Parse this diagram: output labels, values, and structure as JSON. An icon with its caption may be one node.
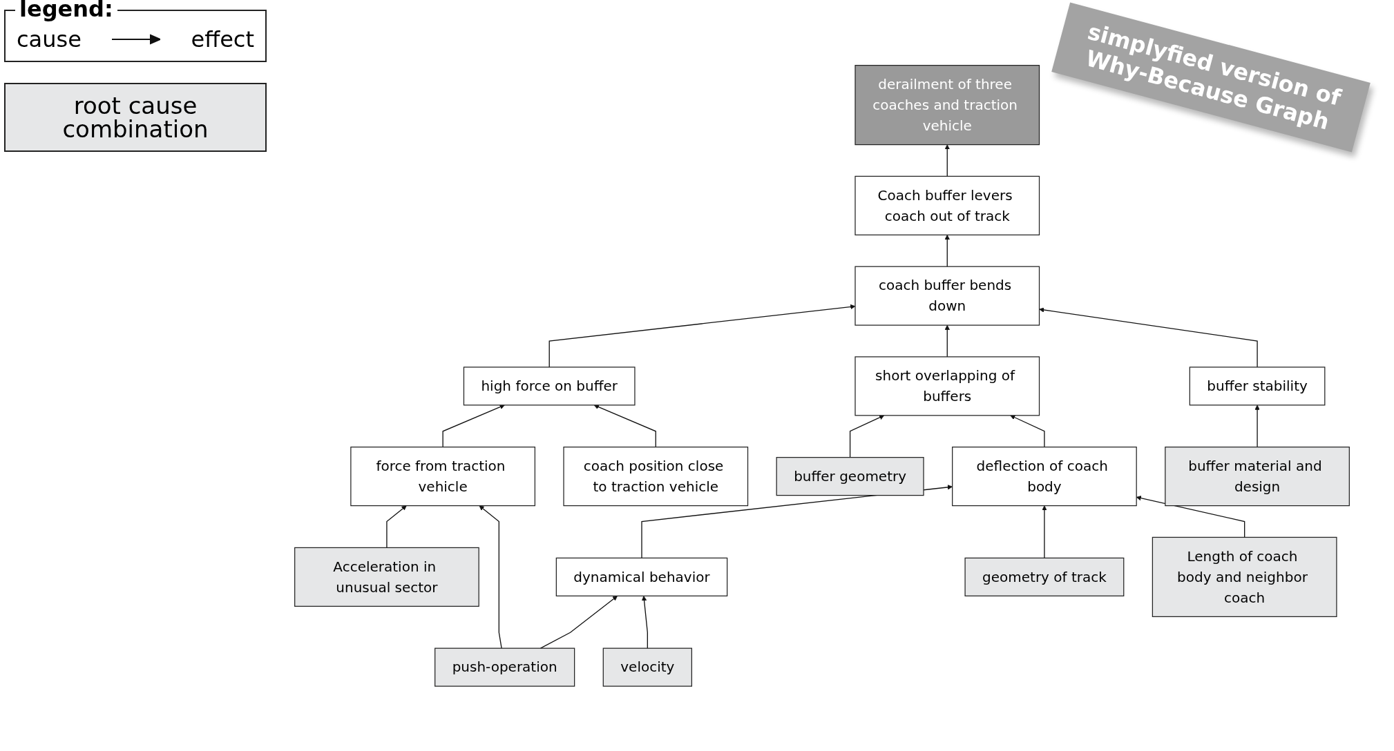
{
  "diagram": {
    "nodes": [
      {
        "text": [
          "derailment of three coaches and traction vehicle"
        ]
      },
      {
        "text": [
          "Coach buffer levers coach out of track"
        ]
      },
      {
        "text": [
          "coach buffer bends down"
        ]
      },
      {
        "text": [
          "high force on buffer"
        ]
      },
      {
        "text": [
          "short overlapping of buffers"
        ]
      },
      {
        "text": [
          "buffer stability"
        ]
      },
      {
        "text": [
          "force from traction vehicle"
        ]
      },
      {
        "text": [
          "coach position close to traction vehicle"
        ]
      },
      {
        "text": [
          "buffer geometry"
        ]
      },
      {
        "text": [
          "deflection of coach body"
        ]
      },
      {
        "text": [
          "buffer material and design"
        ]
      },
      {
        "text": [
          "dynamical behavior"
        ]
      },
      {
        "text": [
          "geometry of track"
        ]
      },
      {
        "text": [
          "Length of coach body and neighbor coach"
        ]
      },
      {
        "text": [
          "Acceleration in unusual sector"
        ]
      },
      {
        "text": [
          "push-operation"
        ]
      },
      {
        "text": [
          "velocity"
        ]
      }
    ],
    "edges": [
      {
        "from": 1,
        "to": 0,
        "arrow": "to"
      },
      {
        "from": 2,
        "to": 1,
        "arrow": "to"
      },
      {
        "from": 3,
        "to": 2,
        "arrow": "to"
      },
      {
        "from": 4,
        "to": 2,
        "arrow": "to"
      },
      {
        "from": 5,
        "to": 2,
        "arrow": "to"
      },
      {
        "from": 6,
        "to": 3,
        "arrow": "to"
      },
      {
        "from": 7,
        "to": 3,
        "arrow": "to"
      },
      {
        "from": 8,
        "to": 4,
        "arrow": "to"
      },
      {
        "from": 9,
        "to": 4,
        "arrow": "to"
      },
      {
        "from": 10,
        "to": 5,
        "arrow": "to"
      },
      {
        "from": 14,
        "to": 6,
        "arrow": "to"
      },
      {
        "from": 15,
        "to": 6,
        "arrow": "to"
      },
      {
        "from": 11,
        "to": 9,
        "arrow": "to"
      },
      {
        "from": 12,
        "to": 9,
        "arrow": "to"
      },
      {
        "from": 13,
        "to": 9,
        "arrow": "to"
      },
      {
        "from": 15,
        "to": 11,
        "arrow": "to"
      },
      {
        "from": 16,
        "to": 11,
        "arrow": "to"
      }
    ],
    "labels": [
      "legend:",
      "simplyfied version of Why-Because Graph"
    ],
    "legend": [
      {
        "text": "cause"
      },
      {
        "text": "effect"
      },
      {
        "text": "root cause combination",
        "color": "#e6e7e8"
      }
    ]
  }
}
